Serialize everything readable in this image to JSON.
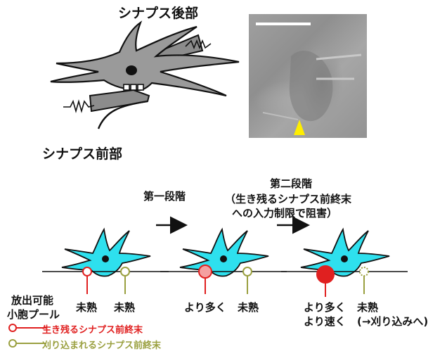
{
  "top": {
    "postsynaptic_label": "シナプス後部",
    "presynaptic_label": "シナプス前部"
  },
  "stages": {
    "stage1": "第一段階",
    "stage2_title": "第二段階",
    "stage2_line1": "（生き残るシナプス前終末",
    "stage2_line2": "への入力制限で阻害）"
  },
  "labels": {
    "pool_line1": "放出可能",
    "pool_line2": "小胞プール",
    "immature_1a": "未熟",
    "immature_1b": "未熟",
    "more_2": "より多く",
    "immature_2": "未熟",
    "more_3": "より多く",
    "faster_3": "より速く",
    "immature_3": "未熟",
    "pruning_3": "(→刈り込みへ)"
  },
  "legend": {
    "surviving": "生き残るシナプス前終末",
    "pruned": "刈り込まれるシナプス前終末"
  },
  "colors": {
    "cell": "#2ee0ee",
    "surviving": "#e02020",
    "surviving_mid": "#f4a0a0",
    "pruned": "#9aa040",
    "arrowhead": "#ffee00"
  }
}
